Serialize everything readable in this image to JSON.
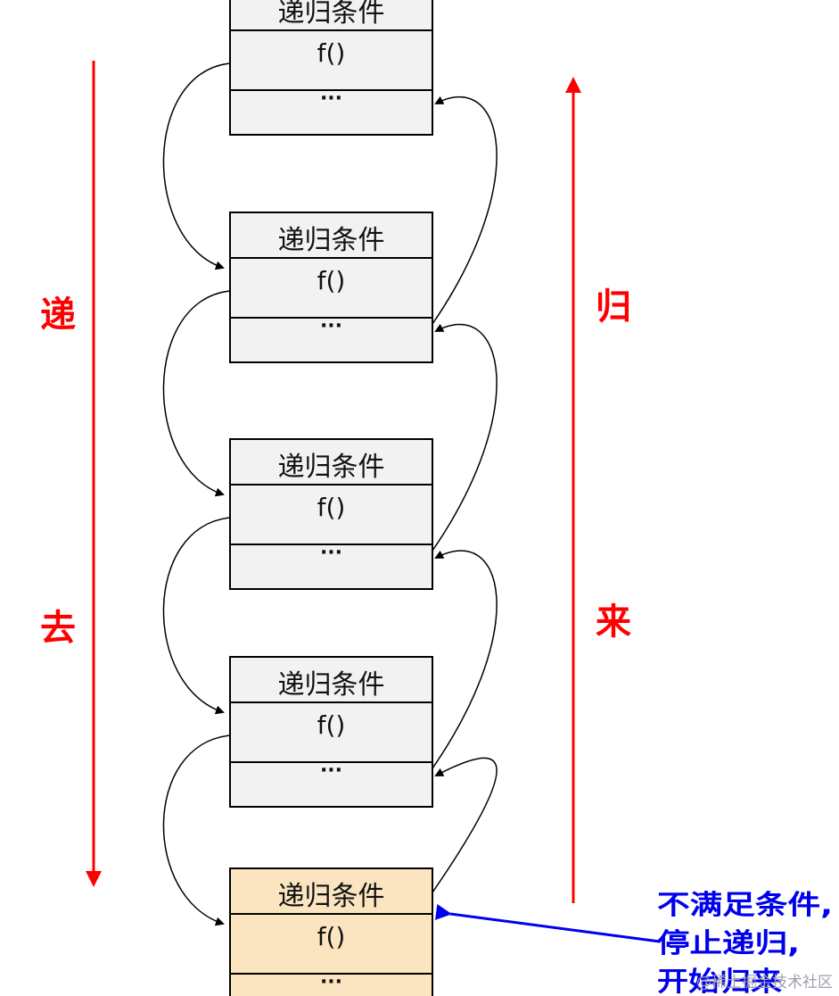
{
  "frames": [
    {
      "condition": "递归条件",
      "call": "f()",
      "rest": "···",
      "state": "normal"
    },
    {
      "condition": "递归条件",
      "call": "f()",
      "rest": "···",
      "state": "normal"
    },
    {
      "condition": "递归条件",
      "call": "f()",
      "rest": "···",
      "state": "normal"
    },
    {
      "condition": "递归条件",
      "call": "f()",
      "rest": "···",
      "state": "normal"
    },
    {
      "condition": "递归条件",
      "call": "f()",
      "rest": "···",
      "state": "base-case"
    }
  ],
  "labels": {
    "descend_top": "递",
    "descend_bottom": "去",
    "return_top": "归",
    "return_bottom": "来"
  },
  "note": {
    "line1": "不满足条件,",
    "line2": "停止递归,",
    "line3": "开始归来"
  },
  "watermark": "@稀土掘金技术社区",
  "colors": {
    "frame_fill": "#f2f2f2",
    "base_frame_fill": "#fbe5c0",
    "descend_color": "#ff0000",
    "return_color": "#ff0000",
    "note_color": "#0000ee",
    "line_color": "#000000"
  }
}
